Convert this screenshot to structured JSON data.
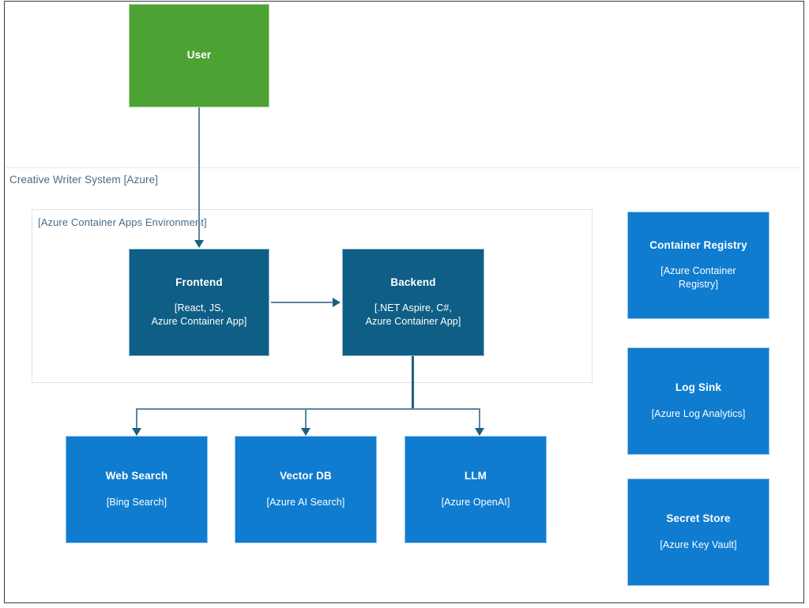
{
  "diagram": {
    "type": "c4-container-diagram",
    "system_boundary_label": "Creative Writer System [Azure]",
    "environment_boundary_label": "[Azure Container Apps Environment]",
    "colors": {
      "person": "#4CA233",
      "container": "#0F5E85",
      "external": "#0F7CCF",
      "connector": "#5b87a3",
      "connector_dark": "#1b5f80",
      "boundary_label": "#4a6b86"
    }
  },
  "nodes": {
    "user": {
      "title": "User",
      "tech": ""
    },
    "frontend": {
      "title": "Frontend",
      "tech": "[React, JS,\nAzure Container App]"
    },
    "backend": {
      "title": "Backend",
      "tech": "[.NET Aspire, C#,\nAzure Container App]"
    },
    "web_search": {
      "title": "Web Search",
      "tech": "[Bing Search]"
    },
    "vector_db": {
      "title": "Vector DB",
      "tech": "[Azure AI Search]"
    },
    "llm": {
      "title": "LLM",
      "tech": "[Azure OpenAI]"
    },
    "container_registry": {
      "title": "Container Registry",
      "tech": "[Azure Container\nRegistry]"
    },
    "log_sink": {
      "title": "Log Sink",
      "tech": "[Azure Log Analytics]"
    },
    "secret_store": {
      "title": "Secret Store",
      "tech": "[Azure Key Vault]"
    }
  },
  "connections": [
    {
      "from": "user",
      "to": "frontend",
      "label": ""
    },
    {
      "from": "frontend",
      "to": "backend",
      "label": ""
    },
    {
      "from": "backend",
      "to": "web_search",
      "label": ""
    },
    {
      "from": "backend",
      "to": "vector_db",
      "label": ""
    },
    {
      "from": "backend",
      "to": "llm",
      "label": ""
    }
  ]
}
